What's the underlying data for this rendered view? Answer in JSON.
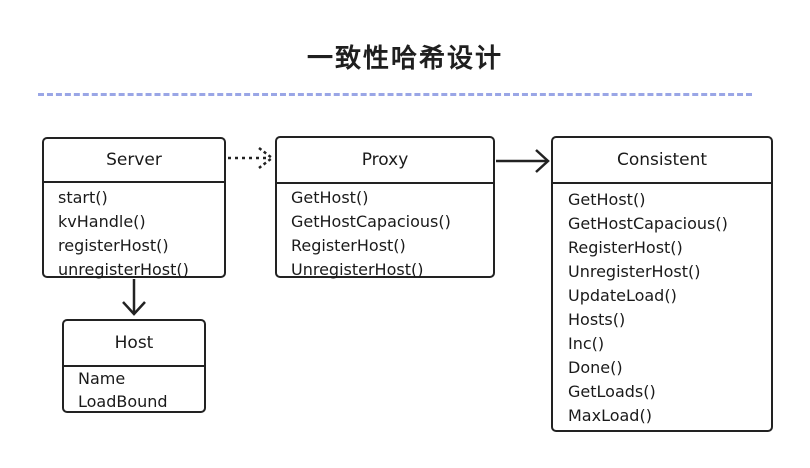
{
  "title": "一致性哈希设计",
  "nodes": {
    "server": {
      "name": "Server",
      "methods": [
        "start()",
        "kvHandle()",
        "registerHost()",
        "unregisterHost()"
      ]
    },
    "proxy": {
      "name": "Proxy",
      "methods": [
        "GetHost()",
        "GetHostCapacious()",
        "RegisterHost()",
        "UnregisterHost()"
      ]
    },
    "consistent": {
      "name": "Consistent",
      "methods": [
        "GetHost()",
        "GetHostCapacious()",
        "RegisterHost()",
        "UnregisterHost()",
        "UpdateLoad()",
        "Hosts()",
        "Inc()",
        "Done()",
        "GetLoads()",
        "MaxLoad()"
      ]
    },
    "host": {
      "name": "Host",
      "fields": [
        "Name",
        "LoadBound"
      ]
    }
  },
  "edges": [
    {
      "from": "server",
      "to": "proxy",
      "style": "dotted"
    },
    {
      "from": "proxy",
      "to": "consistent",
      "style": "solid"
    },
    {
      "from": "server",
      "to": "host",
      "style": "solid"
    }
  ],
  "colors": {
    "divider": "#9aa6e6",
    "stroke": "#222222"
  }
}
